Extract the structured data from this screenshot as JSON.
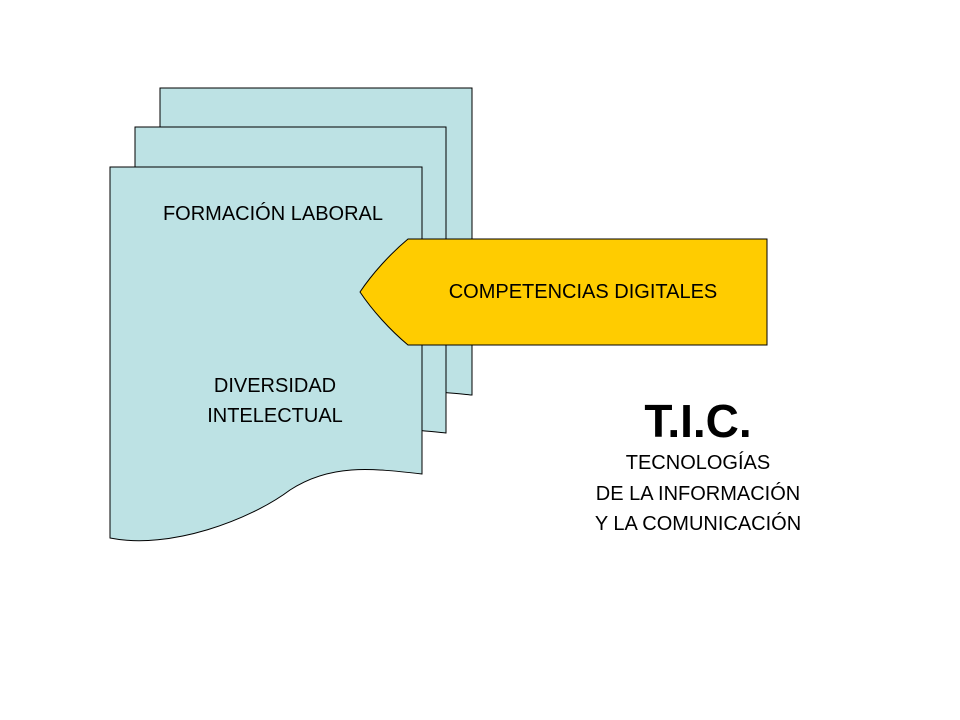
{
  "document_stack": {
    "top_label": "FORMACIÓN LABORAL",
    "bottom_label_line1": "DIVERSIDAD",
    "bottom_label_line2": "INTELECTUAL",
    "fill_color": "#bde2e4"
  },
  "arrow": {
    "label": "COMPETENCIAS DIGITALES",
    "fill_color": "#ffcc00"
  },
  "tic": {
    "title": "T.I.C.",
    "line1": "TECNOLOGÍAS",
    "line2": "DE LA INFORMACIÓN",
    "line3": "Y LA COMUNICACIÓN"
  }
}
